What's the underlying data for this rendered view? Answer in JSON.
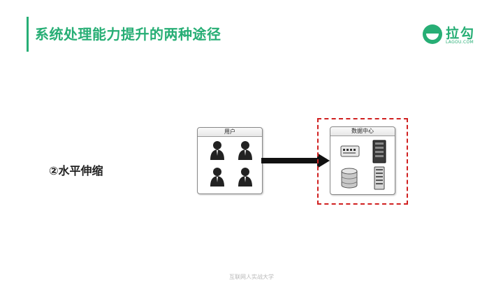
{
  "slide": {
    "title": "系统处理能力提升的两种途径",
    "method_label": "②水平伸缩",
    "footer": "互联网人实战大学"
  },
  "logo": {
    "text": "拉勾",
    "sub": "LAGOU.COM"
  },
  "diagram": {
    "users_label": "用户",
    "datacenter_label": "数据中心"
  },
  "colors": {
    "brand_green": "#27ae75",
    "highlight_red": "#d02020"
  },
  "icons": [
    "person-icon",
    "switch-icon",
    "server-rack-icon",
    "database-icon",
    "server-tower-icon"
  ]
}
